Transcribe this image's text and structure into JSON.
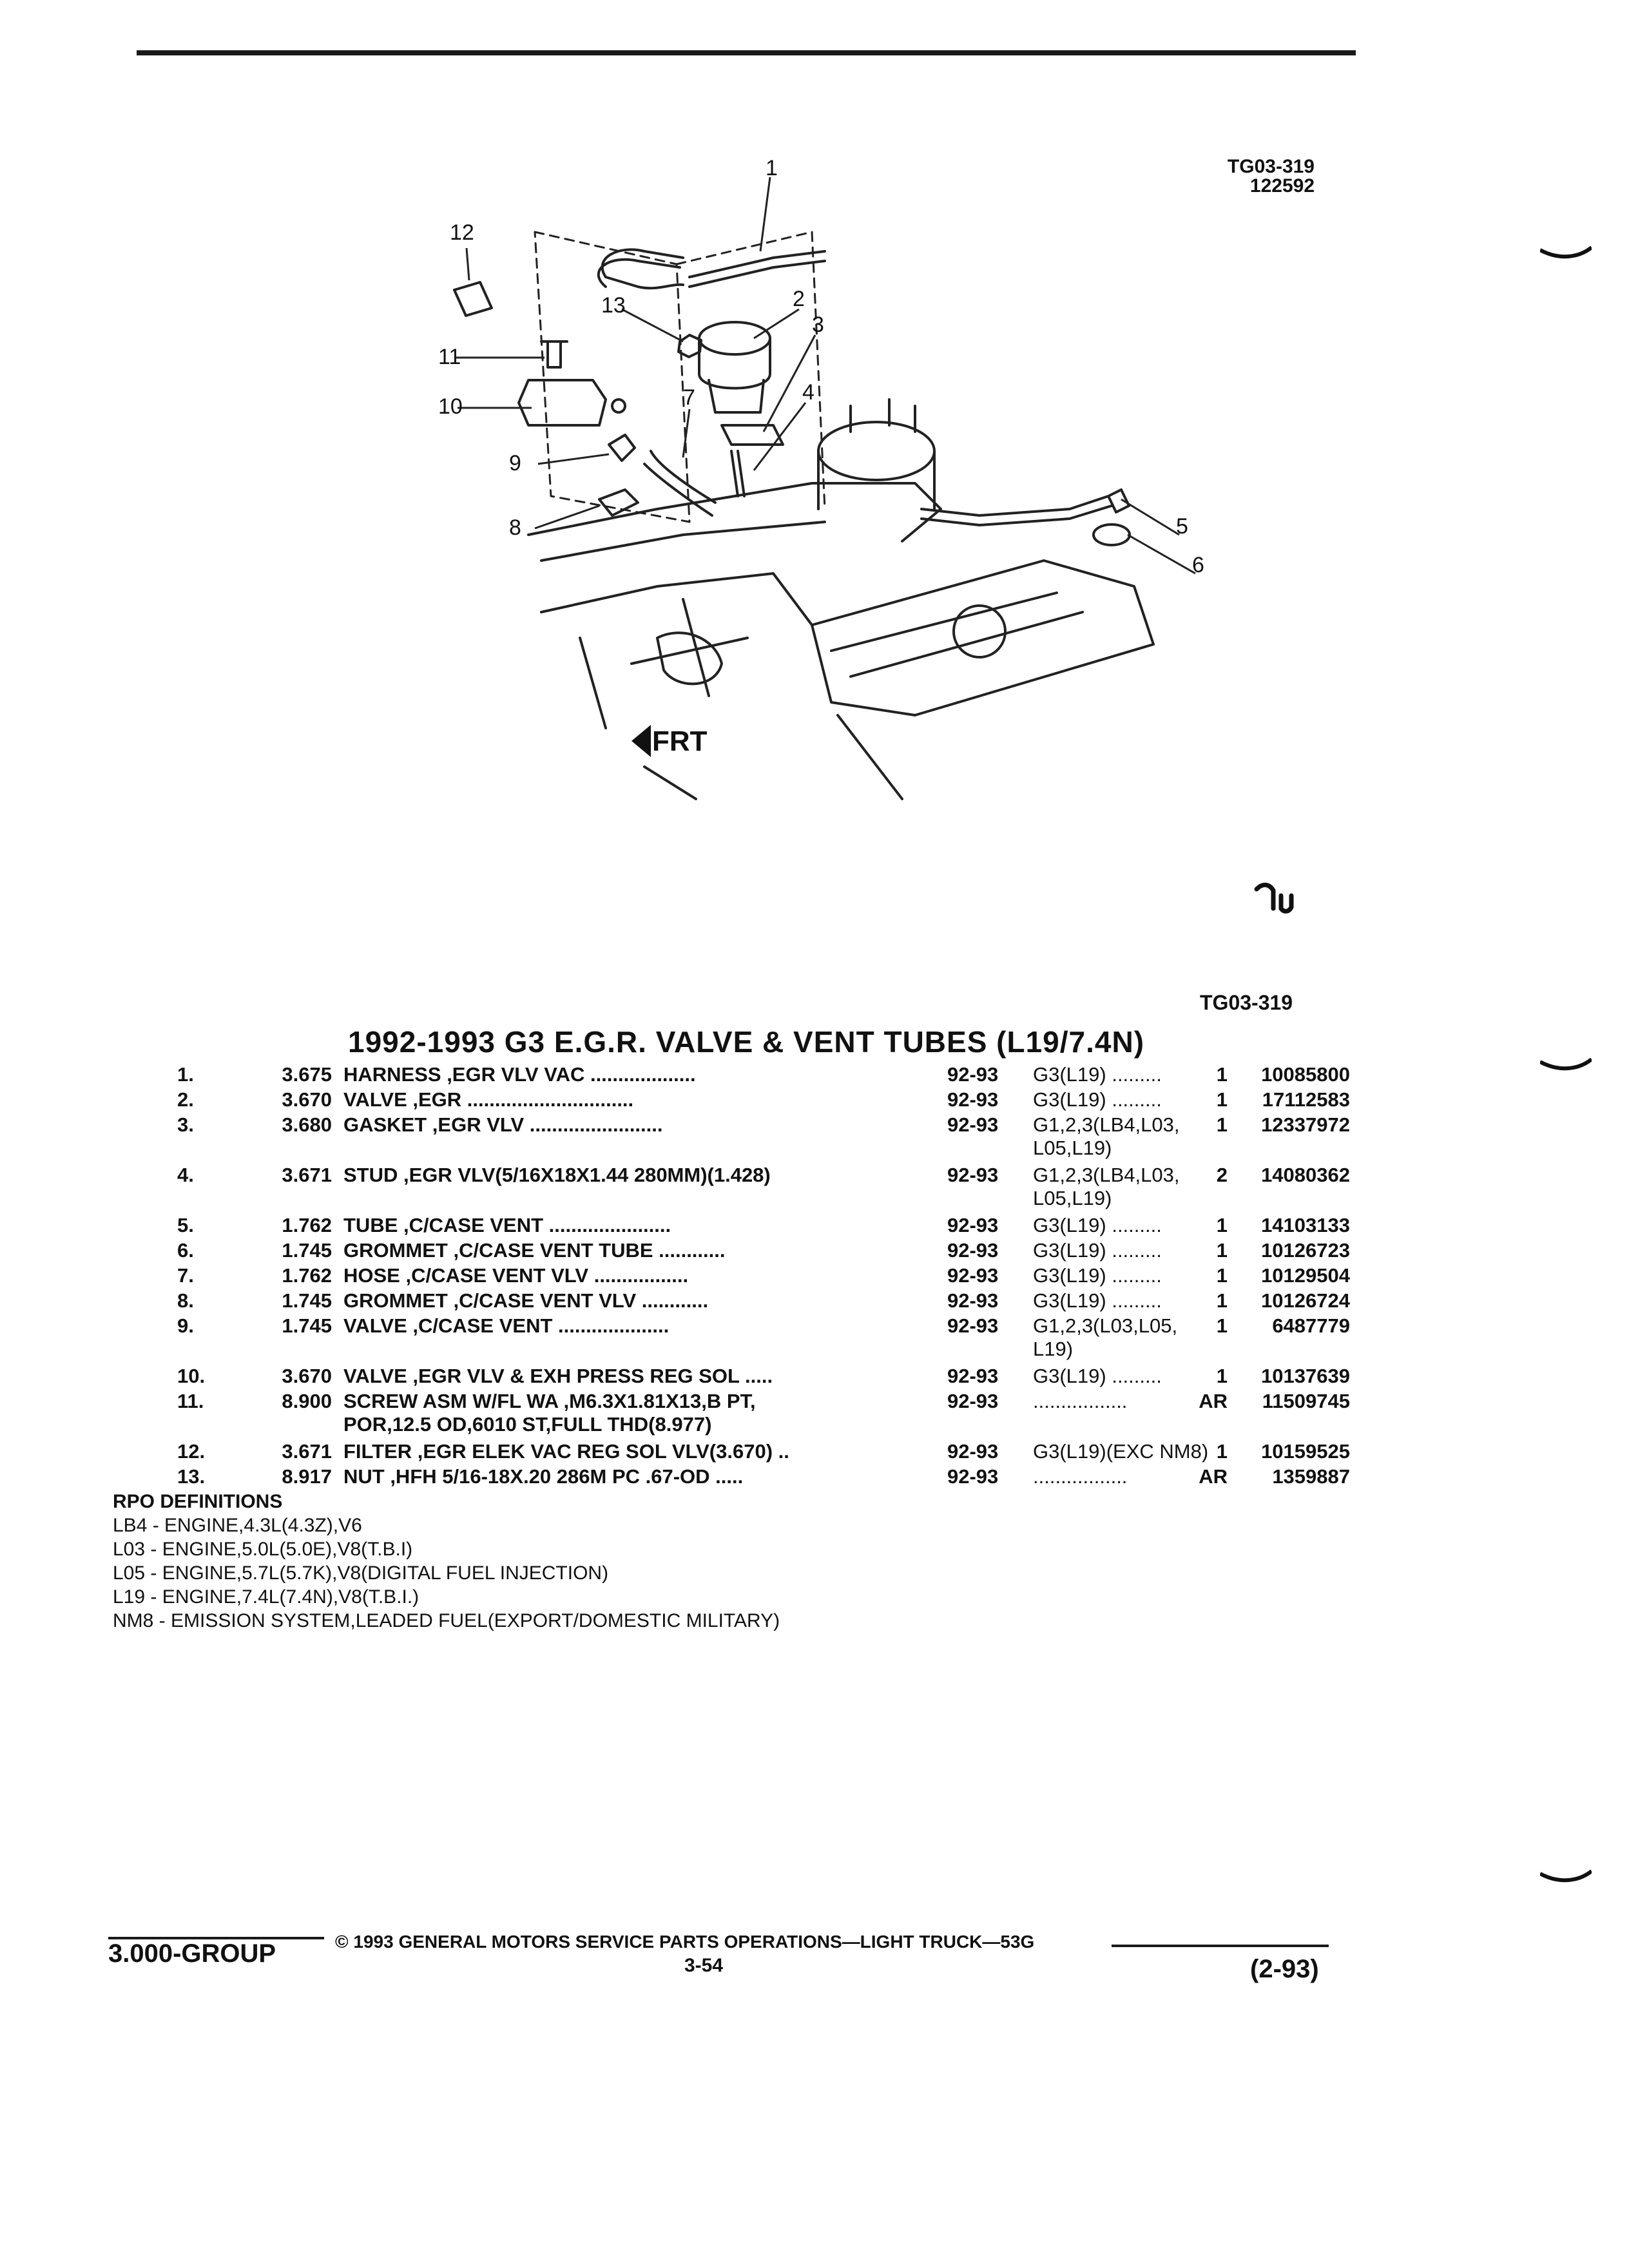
{
  "figure": {
    "id_top": "TG03-319",
    "date_code": "122592",
    "id_bottom": "TG03-319",
    "front_label": "FRT",
    "callouts": [
      "1",
      "2",
      "3",
      "4",
      "5",
      "6",
      "7",
      "8",
      "9",
      "10",
      "11",
      "12",
      "13"
    ]
  },
  "title": "1992-1993 G3 E.G.R. VALVE & VENT TUBES (L19/7.4N)",
  "parts": [
    {
      "item": "1.",
      "group": "3.675",
      "desc": "HARNESS ,EGR VLV VAC ...................",
      "desc2": "",
      "years": "92-93",
      "app": "G3(L19) .........",
      "app2": "",
      "qty": "1",
      "part": "10085800"
    },
    {
      "item": "2.",
      "group": "3.670",
      "desc": "VALVE ,EGR ..............................",
      "desc2": "",
      "years": "92-93",
      "app": "G3(L19) .........",
      "app2": "",
      "qty": "1",
      "part": "17112583"
    },
    {
      "item": "3.",
      "group": "3.680",
      "desc": "GASKET ,EGR VLV ........................",
      "desc2": "",
      "years": "92-93",
      "app": "G1,2,3(LB4,L03,",
      "app2": "L05,L19)",
      "qty": "1",
      "part": "12337972"
    },
    {
      "item": "4.",
      "group": "3.671",
      "desc": "STUD ,EGR VLV(5/16X18X1.44 280MM)(1.428)",
      "desc2": "",
      "years": "92-93",
      "app": "G1,2,3(LB4,L03,",
      "app2": "L05,L19)",
      "qty": "2",
      "part": "14080362"
    },
    {
      "item": "5.",
      "group": "1.762",
      "desc": "TUBE ,C/CASE VENT ......................",
      "desc2": "",
      "years": "92-93",
      "app": "G3(L19) .........",
      "app2": "",
      "qty": "1",
      "part": "14103133"
    },
    {
      "item": "6.",
      "group": "1.745",
      "desc": "GROMMET ,C/CASE VENT TUBE ............",
      "desc2": "",
      "years": "92-93",
      "app": "G3(L19) .........",
      "app2": "",
      "qty": "1",
      "part": "10126723"
    },
    {
      "item": "7.",
      "group": "1.762",
      "desc": "HOSE ,C/CASE VENT VLV .................",
      "desc2": "",
      "years": "92-93",
      "app": "G3(L19) .........",
      "app2": "",
      "qty": "1",
      "part": "10129504"
    },
    {
      "item": "8.",
      "group": "1.745",
      "desc": "GROMMET ,C/CASE VENT VLV ............",
      "desc2": "",
      "years": "92-93",
      "app": "G3(L19) .........",
      "app2": "",
      "qty": "1",
      "part": "10126724"
    },
    {
      "item": "9.",
      "group": "1.745",
      "desc": "VALVE ,C/CASE VENT ....................",
      "desc2": "",
      "years": "92-93",
      "app": "G1,2,3(L03,L05,",
      "app2": "L19)",
      "qty": "1",
      "part": "6487779"
    },
    {
      "item": "10.",
      "group": "3.670",
      "desc": "VALVE ,EGR VLV & EXH PRESS REG SOL .....",
      "desc2": "",
      "years": "92-93",
      "app": "G3(L19) .........",
      "app2": "",
      "qty": "1",
      "part": "10137639"
    },
    {
      "item": "11.",
      "group": "8.900",
      "desc": "SCREW ASM W/FL WA ,M6.3X1.81X13,B PT,",
      "desc2": "POR,12.5 OD,6010 ST,FULL THD(8.977)",
      "years": "92-93",
      "app": ".................",
      "app2": "",
      "qty": "AR",
      "part": "11509745"
    },
    {
      "item": "12.",
      "group": "3.671",
      "desc": "FILTER ,EGR ELEK VAC REG SOL VLV(3.670) ..",
      "desc2": "",
      "years": "92-93",
      "app": "G3(L19)(EXC NM8)",
      "app2": "",
      "qty": "1",
      "part": "10159525"
    },
    {
      "item": "13.",
      "group": "8.917",
      "desc": "NUT ,HFH 5/16-18X.20 286M PC .67-OD .....",
      "desc2": "",
      "years": "92-93",
      "app": ".................",
      "app2": "",
      "qty": "AR",
      "part": "1359887"
    }
  ],
  "rpo": {
    "heading": "RPO DEFINITIONS",
    "lines": [
      "LB4 - ENGINE,4.3L(4.3Z),V6",
      "L03 - ENGINE,5.0L(5.0E),V8(T.B.I)",
      "L05 - ENGINE,5.7L(5.7K),V8(DIGITAL FUEL INJECTION)",
      "L19 - ENGINE,7.4L(7.4N),V8(T.B.I.)",
      "NM8 - EMISSION SYSTEM,LEADED FUEL(EXPORT/DOMESTIC MILITARY)"
    ]
  },
  "footer": {
    "group": "3.000-GROUP",
    "copyright": "© 1993 GENERAL MOTORS SERVICE PARTS OPERATIONS—LIGHT TRUCK—53G",
    "page": "3-54",
    "revision": "(2-93)"
  }
}
